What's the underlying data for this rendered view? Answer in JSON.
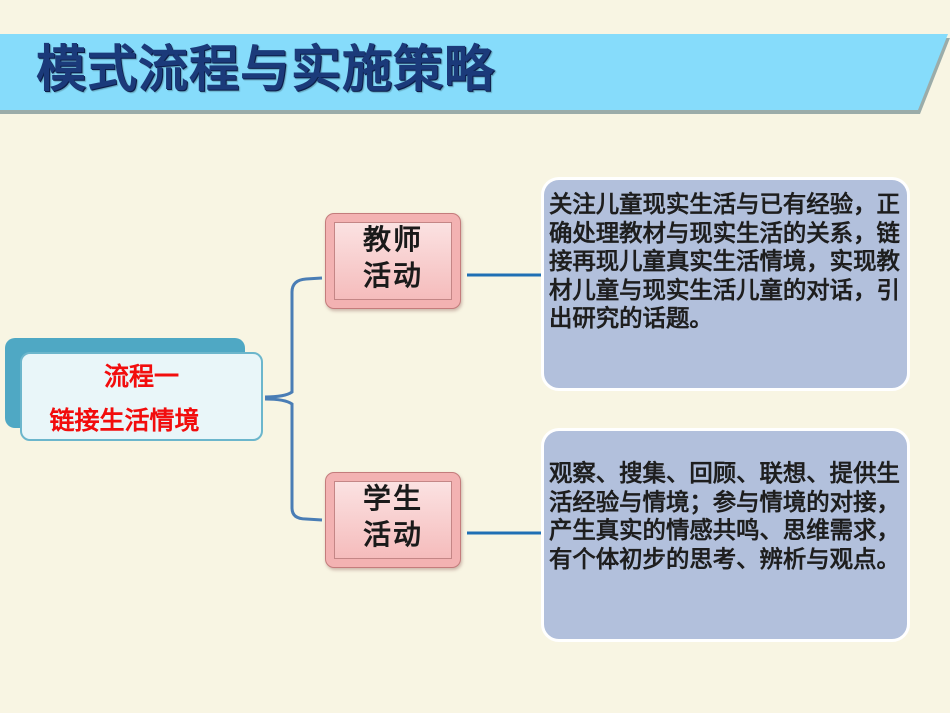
{
  "slide": {
    "title": "模式流程与实施策略",
    "colors": {
      "background": "#f8f5e3",
      "banner": "#86dcfb",
      "title_text": "#1b3a7a",
      "root_text": "#f20d0d",
      "node_fill": "#f3b2b2",
      "desc_fill": "#b2c0dc",
      "connector": "#4a7db5"
    }
  },
  "root": {
    "line1": "流程一",
    "line2": "链接生活情境"
  },
  "branches": [
    {
      "node_label_line1": "教师",
      "node_label_line2": "活动",
      "description": "关注儿童现实生活与已有经验，正确处理教材与现实生活的关系，链接再现儿童真实生活情境，实现教材儿童与现实生活儿童的对话，引出研究的话题。"
    },
    {
      "node_label_line1": "学生",
      "node_label_line2": "活动",
      "description": "观察、搜集、回顾、联想、提供生活经验与情境；参与情境的对接，产生真实的情感共鸣、思维需求，有个体初步的思考、辨析与观点。"
    }
  ]
}
